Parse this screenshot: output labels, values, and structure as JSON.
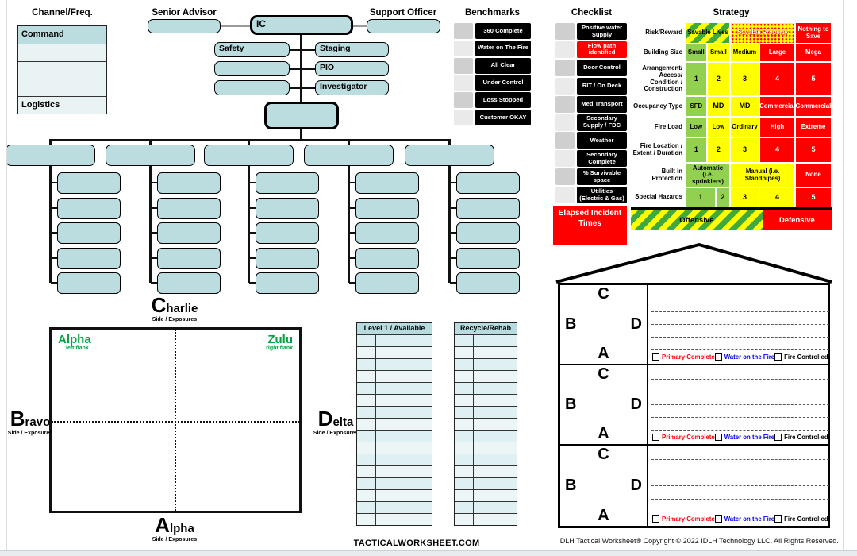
{
  "page": {
    "site": "TACTICALWORKSHEET.COM",
    "copyright": "IDLH Tactical Worksheet®  Copyright © 2022 IDLH Technology LLC. All Rights Reserved."
  },
  "channel_freq": {
    "title": "Channel/Freq.",
    "rows": [
      "Command",
      "",
      "",
      "",
      "Logistics"
    ]
  },
  "org": {
    "senior_advisor": "Senior Advisor",
    "support_officer": "Support Officer",
    "ic": "IC",
    "left_column": [
      "Safety",
      "",
      ""
    ],
    "right_column": [
      "Staging",
      "PIO",
      "Investigator"
    ],
    "division_count": 5,
    "units_per_division": 5
  },
  "benchmarks": {
    "title": "Benchmarks",
    "items": [
      "360 Complete",
      "Water on The Fire",
      "All Clear",
      "Under Control",
      "Loss Stopped",
      "Customer OKAY"
    ]
  },
  "checklist": {
    "title": "Checklist",
    "items": [
      {
        "label": "Positive water Supply",
        "highlight": false
      },
      {
        "label": "Flow path identified",
        "highlight": true
      },
      {
        "label": "Door Control",
        "highlight": false
      },
      {
        "label": "RIT / On Deck",
        "highlight": false
      },
      {
        "label": "Med Transport",
        "highlight": false
      },
      {
        "label": "Secondary Supply / FDC",
        "highlight": false
      },
      {
        "label": "Weather",
        "highlight": false
      },
      {
        "label": "Secondary Complete",
        "highlight": false
      },
      {
        "label": "% Survivable space",
        "highlight": false
      },
      {
        "label": "Utilities (Electric & Gas)",
        "highlight": false
      }
    ],
    "elapsed": "Elapsed Incident Times"
  },
  "strategy": {
    "title": "Strategy",
    "rows": [
      {
        "label": "Risk/Reward",
        "cells": [
          {
            "text": "Savable Lives",
            "style": "stripes",
            "w": 30.5
          },
          {
            "text": "Savable Property",
            "style": "dots",
            "w": 44.5
          },
          {
            "text": "Nothing to Save",
            "style": "red",
            "w": 25
          }
        ]
      },
      {
        "label": "Building Size",
        "cells": [
          {
            "text": "Small",
            "style": "green",
            "w": 14.5
          },
          {
            "text": "Small",
            "style": "yellow",
            "w": 16
          },
          {
            "text": "Medium",
            "style": "yellow",
            "w": 20
          },
          {
            "text": "Large",
            "style": "red",
            "w": 24.5
          },
          {
            "text": "Mega",
            "style": "red",
            "w": 25
          }
        ]
      },
      {
        "label": "Arrangement/ Access/ Condition / Construction",
        "cells": [
          {
            "text": "1",
            "style": "green",
            "w": 14.5
          },
          {
            "text": "2",
            "style": "yellow",
            "w": 16
          },
          {
            "text": "3",
            "style": "yellow",
            "w": 20
          },
          {
            "text": "4",
            "style": "red",
            "w": 24.5
          },
          {
            "text": "5",
            "style": "red",
            "w": 25
          }
        ]
      },
      {
        "label": "Occupancy Type",
        "cells": [
          {
            "text": "SFD",
            "style": "green",
            "w": 14.5
          },
          {
            "text": "MD",
            "style": "yellow",
            "w": 16
          },
          {
            "text": "MD",
            "style": "yellow",
            "w": 20
          },
          {
            "text": "Commercial",
            "style": "red",
            "w": 24.5
          },
          {
            "text": "Commercial",
            "style": "red",
            "w": 25
          }
        ]
      },
      {
        "label": "Fire Load",
        "cells": [
          {
            "text": "Low",
            "style": "green",
            "w": 14.5
          },
          {
            "text": "Low",
            "style": "yellow",
            "w": 16
          },
          {
            "text": "Ordinary",
            "style": "yellow",
            "w": 20
          },
          {
            "text": "High",
            "style": "red",
            "w": 24.5
          },
          {
            "text": "Extreme",
            "style": "red",
            "w": 25
          }
        ]
      },
      {
        "label": "Fire Location / Extent / Duration",
        "cells": [
          {
            "text": "1",
            "style": "green",
            "w": 14.5
          },
          {
            "text": "2",
            "style": "yellow",
            "w": 16
          },
          {
            "text": "3",
            "style": "yellow",
            "w": 20
          },
          {
            "text": "4",
            "style": "red",
            "w": 24.5
          },
          {
            "text": "5",
            "style": "red",
            "w": 25
          }
        ]
      },
      {
        "label": "Built in Protection",
        "cells": [
          {
            "text": "Automatic (i.e. sprinklers)",
            "style": "green",
            "w": 30.5
          },
          {
            "text": "Manual (i.e. Standpipes)",
            "style": "yellow",
            "w": 44.5
          },
          {
            "text": "None",
            "style": "red",
            "w": 25
          }
        ]
      },
      {
        "label": "Special Hazards",
        "cells": [
          {
            "text": "1",
            "style": "green",
            "w": 20.5
          },
          {
            "text": "2",
            "style": "green",
            "w": 10
          },
          {
            "text": "3",
            "style": "yellow",
            "w": 20
          },
          {
            "text": "4",
            "style": "yellow",
            "w": 24.5
          },
          {
            "text": "5",
            "style": "red",
            "w": 25
          }
        ]
      }
    ],
    "offensive": "Offensive",
    "defensive": "Defensive"
  },
  "quadrant": {
    "top_big": "C",
    "top_rest": "harlie",
    "top_sub": "Side / Exposures",
    "bottom_big": "A",
    "bottom_rest": "lpha",
    "bottom_sub": "Side / Exposures",
    "left_big": "B",
    "left_rest": "ravo",
    "left_sub": "Side / Exposures",
    "right_big": "D",
    "right_rest": "elta",
    "right_sub": "Side / Exposures",
    "tl_title": "Alpha",
    "tl_sub": "left flank",
    "tr_title": "Zulu",
    "tr_sub": "right flank"
  },
  "staging_tables": {
    "level1_title": "Level 1 / Available",
    "recycle_title": "Recycle/Rehab",
    "row_count": 16
  },
  "house": {
    "floor_count": 3,
    "side_top": "C",
    "side_left": "B",
    "side_right": "D",
    "side_bottom": "A",
    "lines_per_floor": 5,
    "checkboxes": [
      {
        "label": "Primary Complete",
        "color": "#fe0000"
      },
      {
        "label": "Water on the Fire",
        "color": "#0000ee"
      },
      {
        "label": "Fire Controlled",
        "color": "#000000"
      }
    ]
  },
  "colors": {
    "teal": "#bcdde0",
    "light_cell": "#e9f3f4",
    "green": "#92d050",
    "yellow": "#ffff00",
    "red": "#fe0000",
    "accent_green": "#00a342"
  }
}
